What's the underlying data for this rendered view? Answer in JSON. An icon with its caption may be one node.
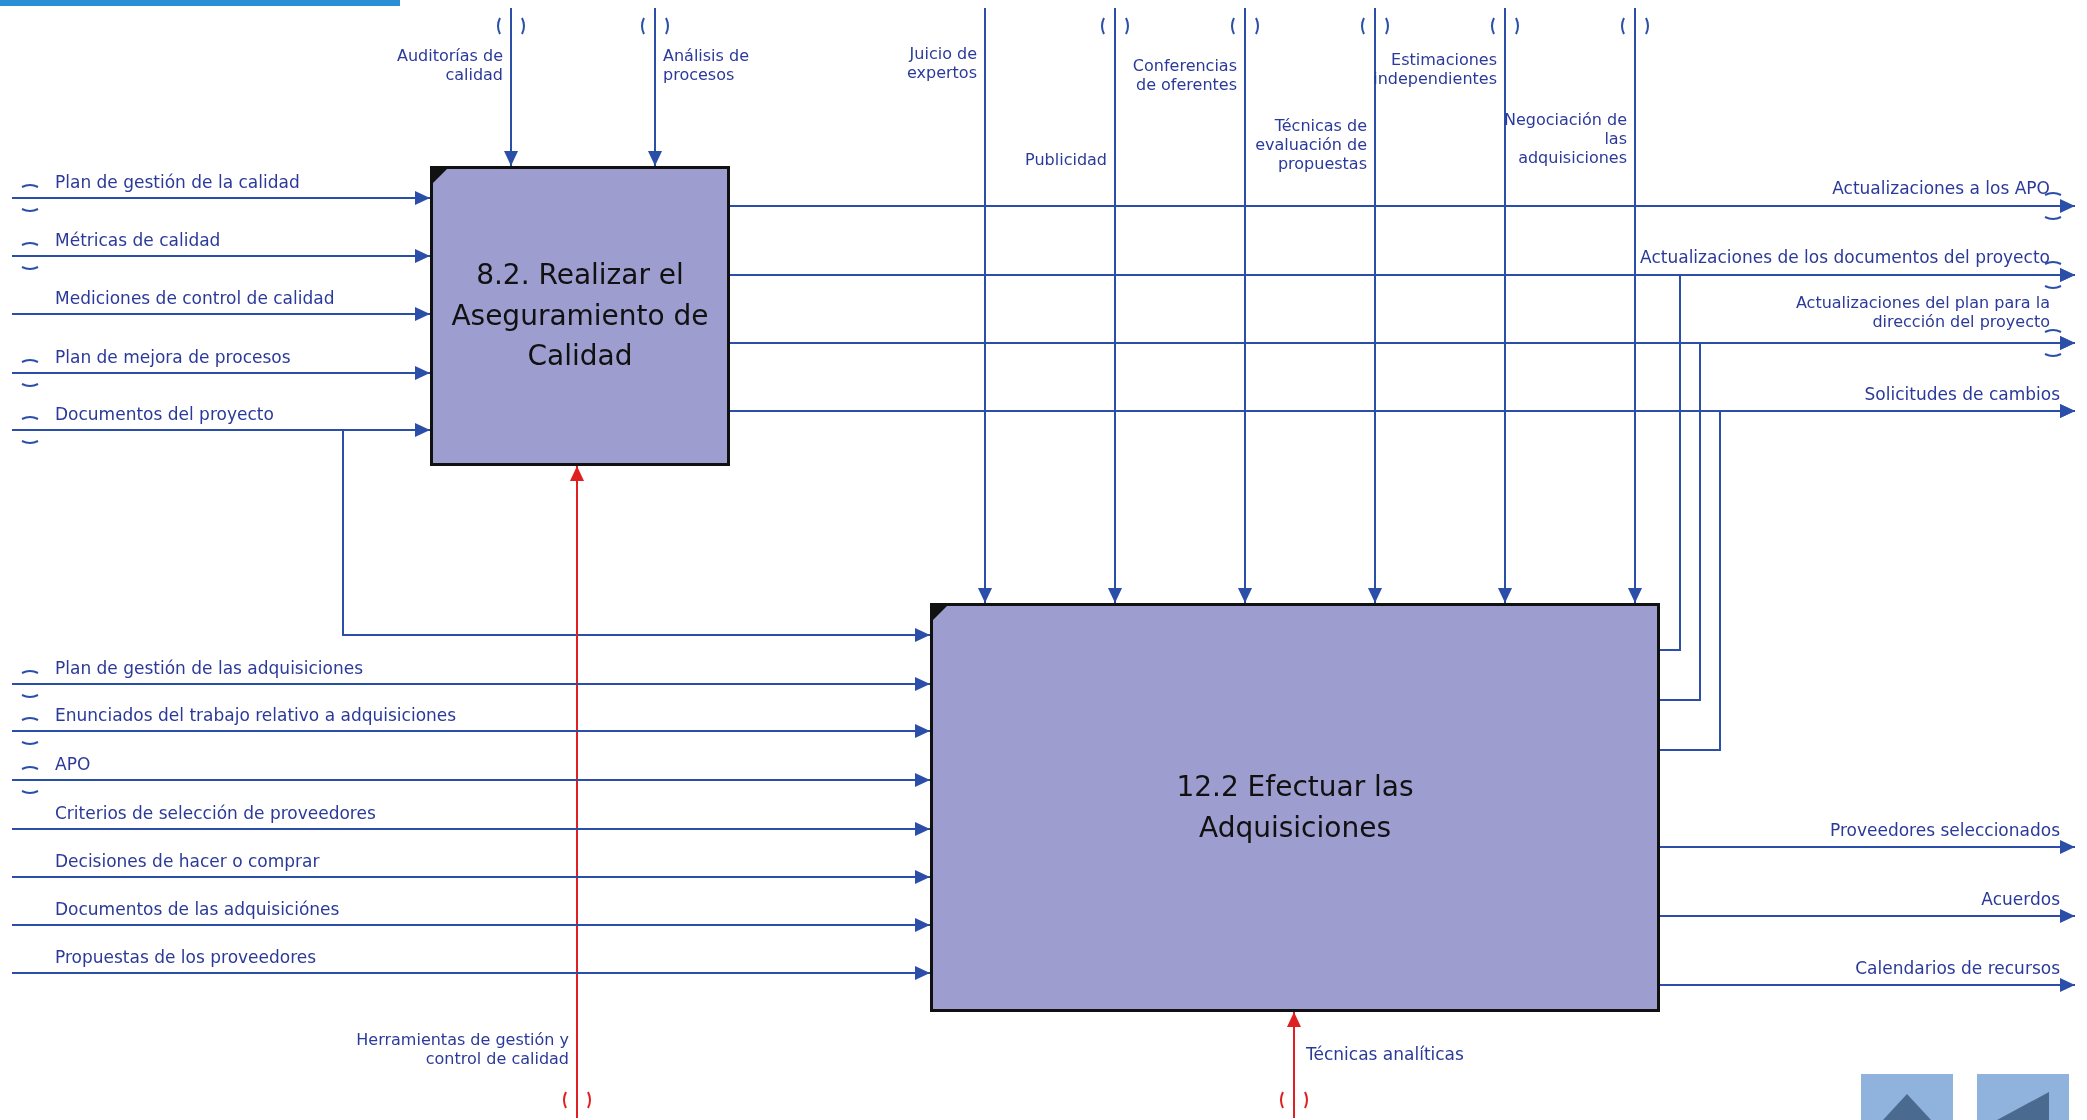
{
  "diagram": {
    "nodes": [
      {
        "text": [
          "8.2. Realizar el Aseguramiento de Calidad"
        ]
      },
      {
        "text": [
          "12.2 Efectuar las Adquisiciones"
        ]
      }
    ],
    "edges": [
      {
        "from": null,
        "to": 0,
        "arrow": "to",
        "label": "Auditorías de calidad"
      },
      {
        "from": null,
        "to": 0,
        "arrow": "to",
        "label": "Análisis de procesos"
      },
      {
        "from": null,
        "to": 0,
        "arrow": "to",
        "label": "Plan de gestión de la calidad"
      },
      {
        "from": null,
        "to": 0,
        "arrow": "to",
        "label": "Métricas de calidad"
      },
      {
        "from": null,
        "to": 0,
        "arrow": "to",
        "label": "Mediciones de control de calidad"
      },
      {
        "from": null,
        "to": 0,
        "arrow": "to",
        "label": "Plan de mejora de procesos"
      },
      {
        "from": null,
        "to": 0,
        "arrow": "to",
        "label": "Documentos del proyecto"
      },
      {
        "from": null,
        "to": 1,
        "arrow": "to"
      },
      {
        "from": null,
        "to": 0,
        "arrow": "to",
        "label": "Herramientas de gestión y control de calidad",
        "color": "#e02020"
      },
      {
        "from": 0,
        "to": null,
        "arrow": "to",
        "label": "Actualizaciones a los APO"
      },
      {
        "from": 0,
        "to": null,
        "arrow": "to",
        "label": "Actualizaciones de los documentos del proyecto"
      },
      {
        "from": 0,
        "to": null,
        "arrow": "to",
        "label": "Actualizaciones del plan para la dirección del proyecto"
      },
      {
        "from": 0,
        "to": null,
        "arrow": "to",
        "label": "Solicitudes de cambios"
      },
      {
        "from": null,
        "to": 1,
        "arrow": "to",
        "label": "Juicio de expertos"
      },
      {
        "from": null,
        "to": 1,
        "arrow": "to",
        "label": "Publicidad"
      },
      {
        "from": null,
        "to": 1,
        "arrow": "to",
        "label": "Conferencias de oferentes"
      },
      {
        "from": null,
        "to": 1,
        "arrow": "to",
        "label": "Técnicas de evaluación de propuestas"
      },
      {
        "from": null,
        "to": 1,
        "arrow": "to",
        "label": "Estimaciones independientes"
      },
      {
        "from": null,
        "to": 1,
        "arrow": "to",
        "label": "Negociación de las adquisiciones"
      },
      {
        "from": null,
        "to": 1,
        "arrow": "to",
        "label": "Plan de gestión de las adquisiciones"
      },
      {
        "from": null,
        "to": 1,
        "arrow": "to",
        "label": "Enunciados del trabajo relativo a adquisiciones"
      },
      {
        "from": null,
        "to": 1,
        "arrow": "to",
        "label": "APO"
      },
      {
        "from": null,
        "to": 1,
        "arrow": "to",
        "label": "Criterios de selección de proveedores"
      },
      {
        "from": null,
        "to": 1,
        "arrow": "to",
        "label": "Decisiones de hacer o comprar"
      },
      {
        "from": null,
        "to": 1,
        "arrow": "to",
        "label": "Documentos de las adquisiciónes"
      },
      {
        "from": null,
        "to": 1,
        "arrow": "to",
        "label": "Propuestas de los proveedores"
      },
      {
        "from": 1,
        "to": null,
        "arrow": "to"
      },
      {
        "from": 1,
        "to": null,
        "arrow": "to"
      },
      {
        "from": 1,
        "to": null,
        "arrow": "to"
      },
      {
        "from": 1,
        "to": null,
        "arrow": "to",
        "label": "Proveedores seleccionados"
      },
      {
        "from": 1,
        "to": null,
        "arrow": "to",
        "label": "Acuerdos"
      },
      {
        "from": 1,
        "to": null,
        "arrow": "to",
        "label": "Calendarios de recursos"
      },
      {
        "from": null,
        "to": 1,
        "arrow": "to",
        "label": "Técnicas analíticas",
        "color": "#e02020"
      }
    ]
  }
}
